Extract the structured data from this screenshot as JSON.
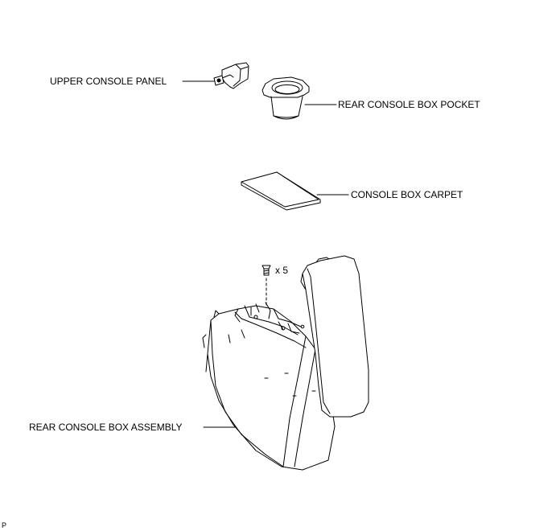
{
  "diagram": {
    "labels": {
      "upper_console_panel": "UPPER CONSOLE PANEL",
      "rear_console_box_pocket": "REAR CONSOLE BOX POCKET",
      "console_box_carpet": "CONSOLE BOX CARPET",
      "screw_quantity": "x 5",
      "rear_console_box_assembly": "REAR CONSOLE BOX ASSEMBLY"
    },
    "reference_mark": "P"
  }
}
